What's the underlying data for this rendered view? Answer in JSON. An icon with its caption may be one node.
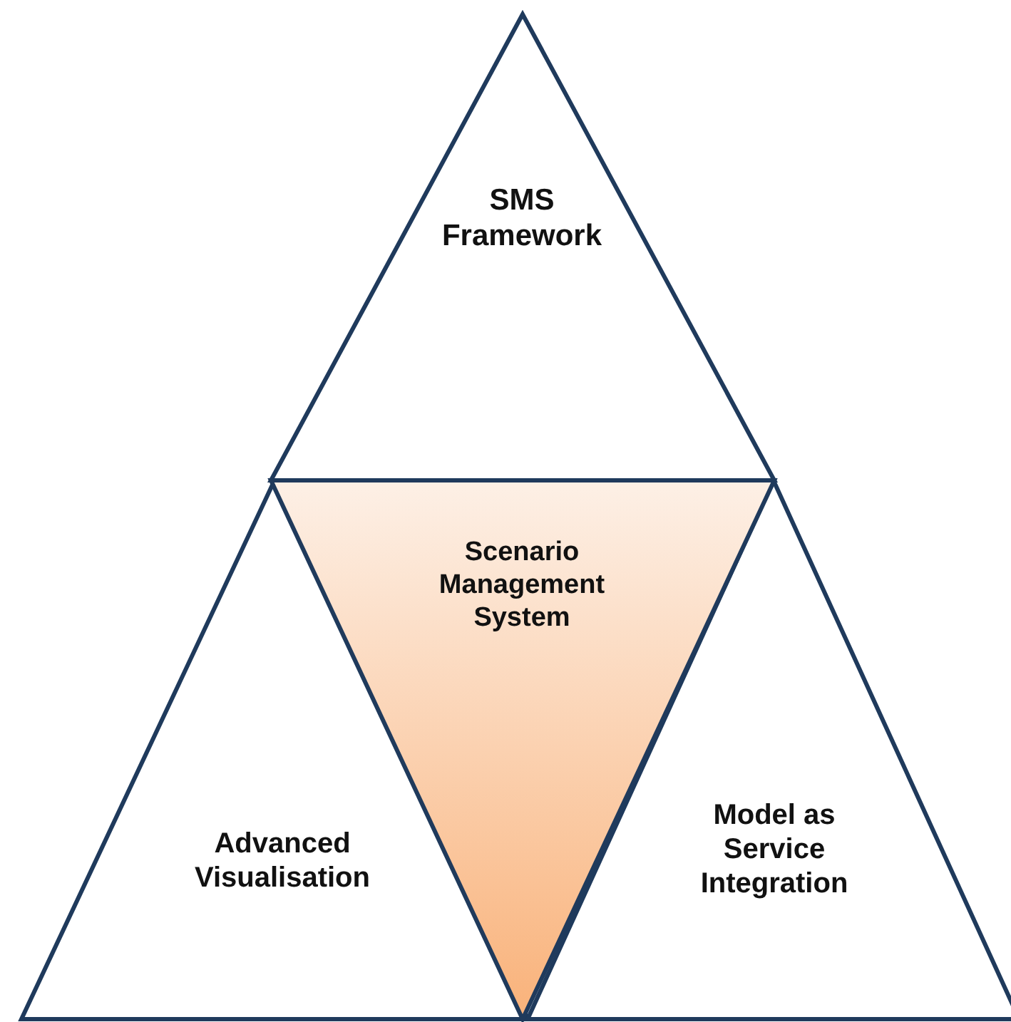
{
  "diagram": {
    "nodes": [
      {
        "text": [
          "SMS Framework"
        ]
      },
      {
        "text": [
          "Scenario Management System"
        ]
      },
      {
        "text": [
          "Advanced Visualisation"
        ]
      },
      {
        "text": [
          "Model as Service Integration"
        ]
      }
    ]
  }
}
